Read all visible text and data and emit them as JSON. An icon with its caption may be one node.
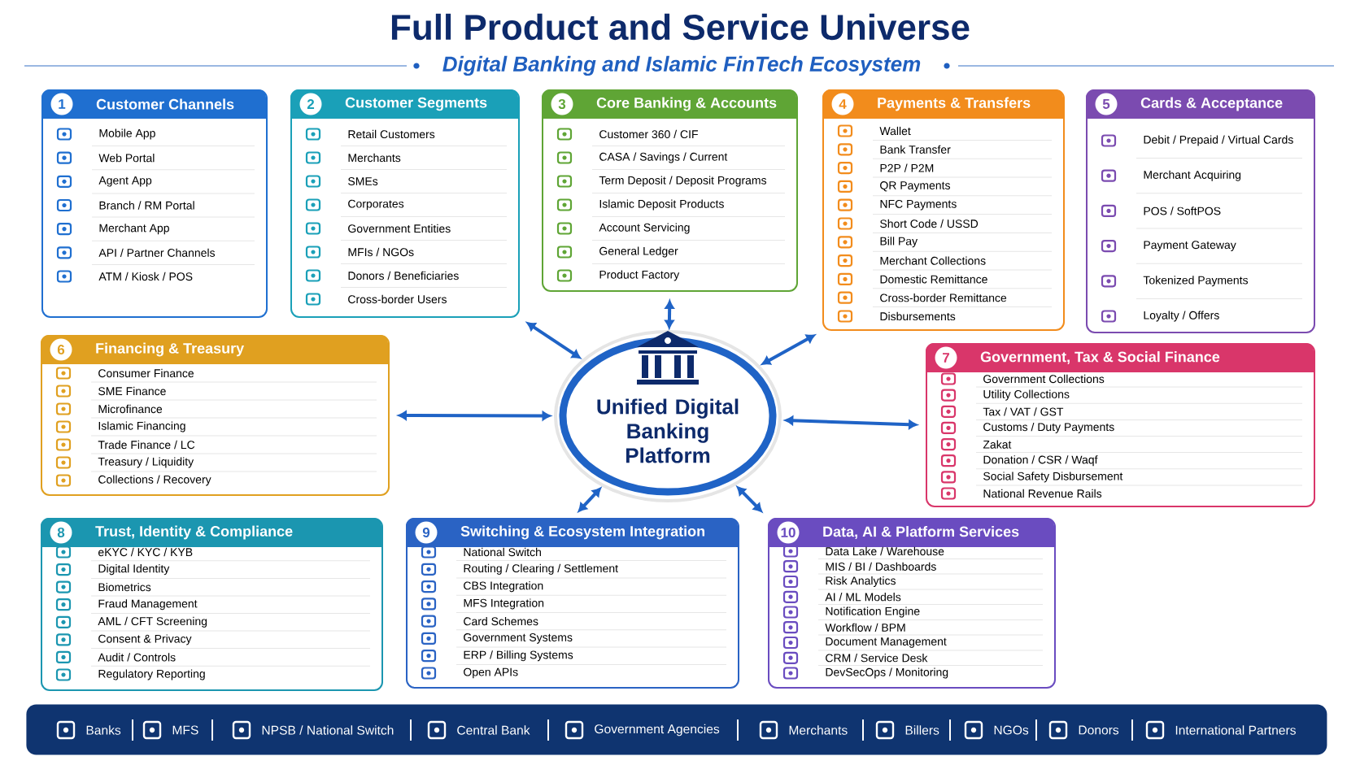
{
  "diagram": {
    "title": "Full Product and Service Universe",
    "nodes": [
      {
        "text": [
          "1",
          "Customer Channels",
          "Mobile App",
          "Web Portal",
          "Agent App",
          "Branch / RM Portal",
          "Merchant App",
          "API / Partner Channels",
          "ATM / Kiosk / POS"
        ]
      },
      {
        "text": [
          "2",
          "Customer Segments",
          "Retail Customers",
          "Merchants",
          "SMEs",
          "Corporates",
          "Government Entities",
          "MFIs / NGOs",
          "Donors / Beneficiaries",
          "Cross-border Users"
        ]
      },
      {
        "text": [
          "3",
          "Core Banking & Accounts",
          "Customer 360 / CIF",
          "CASA / Savings / Current",
          "Term Deposit / Deposit Programs",
          "Islamic Deposit Products",
          "Account Servicing",
          "General Ledger",
          "Product Factory"
        ]
      },
      {
        "text": [
          "4",
          "Payments & Transfers",
          "Wallet",
          "Bank Transfer",
          "P2P / P2M",
          "QR Payments",
          "NFC Payments",
          "Short Code / USSD",
          "Bill Pay",
          "Merchant Collections",
          "Domestic Remittance",
          "Cross-border Remittance",
          "Disbursements"
        ]
      },
      {
        "text": [
          "5",
          "Cards & Acceptance",
          "Debit / Prepaid / Virtual Cards",
          "Merchant Acquiring",
          "POS / SoftPOS",
          "Payment Gateway",
          "Tokenized Payments",
          "Loyalty / Offers"
        ]
      },
      {
        "text": [
          "6",
          "Financing & Treasury",
          "Consumer Finance",
          "SME Finance",
          "Microfinance",
          "Islamic Financing",
          "Trade Finance / LC",
          "Treasury / Liquidity",
          "Collections / Recovery"
        ]
      },
      {
        "text": [
          "7",
          "Government, Tax & Social Finance",
          "Government Collections",
          "Utility Collections",
          "Tax / VAT / GST",
          "Customs / Duty Payments",
          "Zakat",
          "Donation / CSR / Waqf",
          "Social Safety Disbursement",
          "National Revenue Rails"
        ]
      },
      {
        "text": [
          "8",
          "Trust, Identity & Compliance",
          "eKYC / KYC / KYB",
          "Digital Identity",
          "Biometrics",
          "Fraud Management",
          "AML / CFT Screening",
          "Consent & Privacy",
          "Audit / Controls",
          "Regulatory Reporting"
        ]
      },
      {
        "text": [
          "9",
          "Switching & Ecosystem Integration",
          "National Switch",
          "Routing / Clearing / Settlement",
          "CBS Integration",
          "MFS Integration",
          "Card Schemes",
          "Government Systems",
          "ERP / Billing Systems",
          "Open APIs"
        ]
      },
      {
        "text": [
          "10",
          "Data, AI & Platform Services",
          "Data Lake / Warehouse",
          "MIS / BI / Dashboards",
          "Risk Analytics",
          "AI / ML Models",
          "Notification Engine",
          "Workflow / BPM",
          "Document Management",
          "CRM / Service Desk",
          "DevSecOps / Monitoring"
        ]
      },
      {
        "text": [
          "Unified Digital Banking Platform"
        ]
      },
      {
        "text": [
          "Banks",
          "MFS",
          "NPSB / National Switch",
          "Central Bank",
          "Government Agencies",
          "Merchants",
          "Billers",
          "NGOs",
          "Donors",
          "International Partners"
        ]
      }
    ],
    "edges": [
      {
        "from": 10,
        "to": 1,
        "arrow": "both"
      },
      {
        "from": 10,
        "to": 2,
        "arrow": "both"
      },
      {
        "from": 10,
        "to": 3,
        "arrow": "both"
      },
      {
        "from": 10,
        "to": 5,
        "arrow": "both"
      },
      {
        "from": 10,
        "to": 6,
        "arrow": "both"
      },
      {
        "from": 10,
        "to": 8,
        "arrow": "both"
      },
      {
        "from": 10,
        "to": 9,
        "arrow": "both"
      }
    ],
    "labels": [
      "Digital Banking and Islamic FinTech Ecosystem"
    ]
  }
}
